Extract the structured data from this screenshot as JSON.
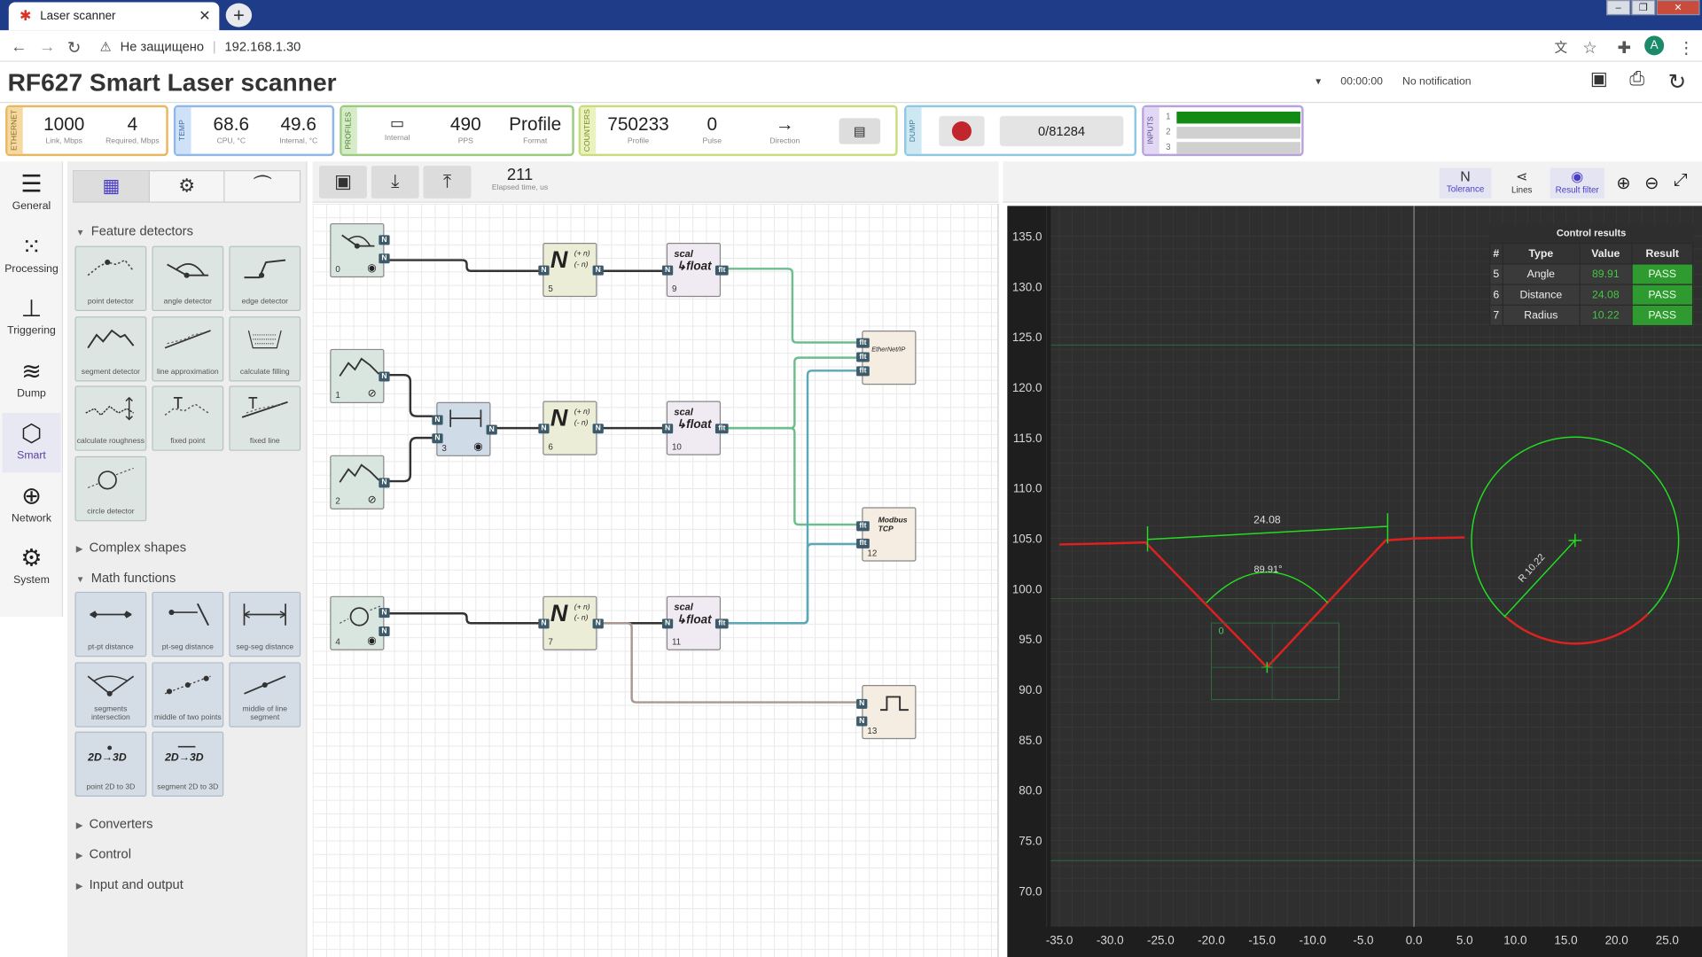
{
  "browser": {
    "tab_title": "Laser scanner",
    "new_tab": "+",
    "insecure_label": "Не защищено",
    "url": "192.168.1.30",
    "avatar_letter": "A"
  },
  "app": {
    "title": "RF627 Smart Laser scanner",
    "timer": "00:00:00",
    "notification": "No notification"
  },
  "status": {
    "ethernet": {
      "label": "ETHERNET",
      "link": "1000",
      "link_unit": "Link, Mbps",
      "required": "4",
      "required_unit": "Required, Mbps"
    },
    "temp": {
      "label": "TEMP",
      "cpu": "68.6",
      "cpu_unit": "CPU, °C",
      "internal": "49.6",
      "internal_unit": "Internal, °C"
    },
    "profiles": {
      "label": "PROFILES",
      "source_unit": "Internal",
      "pps": "490",
      "pps_unit": "PPS",
      "format": "Profile",
      "format_unit": "Format"
    },
    "counters": {
      "label": "COUNTERS",
      "profile": "750233",
      "profile_unit": "Profile",
      "pulse": "0",
      "pulse_unit": "Pulse",
      "direction": "→",
      "direction_unit": "Direction"
    },
    "dump": {
      "label": "DUMP",
      "progress": "0/81284"
    },
    "inputs": {
      "label": "INPUTS",
      "rows": [
        "1",
        "2",
        "3"
      ],
      "levels": [
        1,
        0,
        0
      ]
    }
  },
  "nav": [
    {
      "label": "General",
      "icon": "sliders-icon"
    },
    {
      "label": "Processing",
      "icon": "dots-icon"
    },
    {
      "label": "Triggering",
      "icon": "trigger-icon"
    },
    {
      "label": "Dump",
      "icon": "layers-icon"
    },
    {
      "label": "Smart",
      "icon": "smart-icon",
      "active": true
    },
    {
      "label": "Network",
      "icon": "globe-icon"
    },
    {
      "label": "System",
      "icon": "gears-icon"
    }
  ],
  "palette": {
    "sections": {
      "feature_detectors": "Feature detectors",
      "complex_shapes": "Complex shapes",
      "math_functions": "Math functions",
      "converters": "Converters",
      "control": "Control",
      "input_output": "Input and output"
    },
    "feature_items": [
      "point detector",
      "angle detector",
      "edge detector",
      "segment detector",
      "line approximation",
      "calculate filling",
      "calculate roughness",
      "fixed point",
      "fixed line",
      "circle detector"
    ],
    "math_items": [
      "pt-pt distance",
      "pt-seg distance",
      "seg-seg distance",
      "segments intersection",
      "middle of two points",
      "middle of line segment",
      "point 2D to 3D",
      "segment 2D to 3D"
    ],
    "icon_2d3d": "2D → 3D"
  },
  "canvas": {
    "elapsed": "211",
    "elapsed_unit": "Elapsed time, us",
    "nodes": {
      "n0": "0",
      "n1": "1",
      "n2": "2",
      "n3": "3",
      "n4": "4",
      "n5": "5",
      "n6": "6",
      "n7": "7",
      "n9": "9",
      "n10": "10",
      "n11": "11",
      "n12": "12",
      "n13": "13"
    },
    "norm_symbol": "N",
    "norm_plus": "(+ n)",
    "norm_minus": "(- n)",
    "scal": "scal",
    "float": "↳float",
    "port_n": "N",
    "port_flt": "flt",
    "ethernetip": "EtherNet/IP",
    "modbus": "Modbus TCP"
  },
  "plot_toolbar": {
    "tolerance": "Tolerance",
    "lines": "Lines",
    "result_filter": "Result filter"
  },
  "plot": {
    "y_ticks": [
      "135.0",
      "130.0",
      "125.0",
      "120.0",
      "115.0",
      "110.0",
      "105.0",
      "100.0",
      "95.0",
      "90.0",
      "85.0",
      "80.0",
      "75.0",
      "70.0"
    ],
    "x_ticks": [
      "-35.0",
      "-30.0",
      "-25.0",
      "-20.0",
      "-15.0",
      "-10.0",
      "-5.0",
      "0.0",
      "5.0",
      "10.0",
      "15.0",
      "20.0",
      "25.0"
    ],
    "distance_label": "24.08",
    "angle_label": "89.91°",
    "radius_label": "R 10.22",
    "roi_label": "0",
    "colors": {
      "profile": "#e02020",
      "measure": "#22dd22",
      "background": "#1e1e1e"
    }
  },
  "control_results": {
    "title": "Control results",
    "headers": [
      "#",
      "Type",
      "Value",
      "Result"
    ],
    "rows": [
      {
        "id": "5",
        "type": "Angle",
        "value": "89.91",
        "result": "PASS"
      },
      {
        "id": "6",
        "type": "Distance",
        "value": "24.08",
        "result": "PASS"
      },
      {
        "id": "7",
        "type": "Radius",
        "value": "10.22",
        "result": "PASS"
      }
    ]
  }
}
